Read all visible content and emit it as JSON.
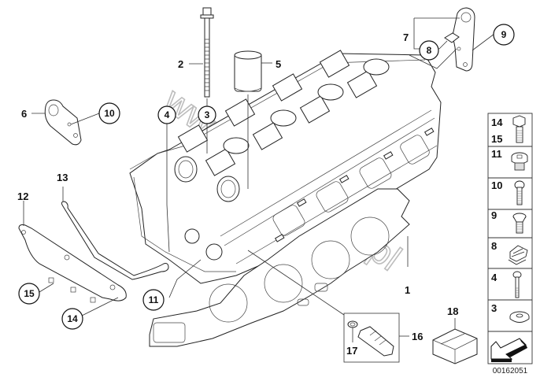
{
  "diagram": {
    "document_id": "00162051",
    "watermark": "www.bmwstore.pl",
    "callouts": [
      {
        "id": "1",
        "style": "plain"
      },
      {
        "id": "2",
        "style": "plain"
      },
      {
        "id": "3",
        "style": "circled"
      },
      {
        "id": "4",
        "style": "circled"
      },
      {
        "id": "5",
        "style": "plain"
      },
      {
        "id": "6",
        "style": "plain"
      },
      {
        "id": "7",
        "style": "plain"
      },
      {
        "id": "8",
        "style": "circled"
      },
      {
        "id": "9",
        "style": "circled"
      },
      {
        "id": "10",
        "style": "circled"
      },
      {
        "id": "11",
        "style": "circled"
      },
      {
        "id": "12",
        "style": "plain"
      },
      {
        "id": "13",
        "style": "plain"
      },
      {
        "id": "14",
        "style": "circled"
      },
      {
        "id": "15",
        "style": "circled"
      },
      {
        "id": "16",
        "style": "plain"
      },
      {
        "id": "17",
        "style": "plain"
      },
      {
        "id": "18",
        "style": "plain"
      }
    ],
    "labels": {
      "c1": "1",
      "c2": "2",
      "c3": "3",
      "c4": "4",
      "c5": "5",
      "c6": "6",
      "c7": "7",
      "c8": "8",
      "c9": "9",
      "c10a": "10",
      "c11": "11",
      "c12": "12",
      "c13": "13",
      "c14": "14",
      "c15": "15",
      "c16": "16",
      "c17": "17",
      "c18": "18"
    },
    "parts": {
      "cylinder_head": "cylinder-head",
      "head_gasket": "cylinder-head-gasket",
      "head_bolt": "head-bolt",
      "sleeve": "sleeve",
      "lifting_eye_front": "lifting-eye",
      "lifting_eye_rear": "lifting-eye-with-clip",
      "timing_cover_gasket": "gasket",
      "cover_plate": "cover-plate",
      "injector_assembly": "injector",
      "seal_ring": "seal-ring",
      "repair_kit": "kit-box"
    },
    "legend_panel": {
      "rows": [
        {
          "numbers": [
            "14",
            "15"
          ],
          "icon": "hex-bolt"
        },
        {
          "numbers": [
            "11"
          ],
          "icon": "screw-plug"
        },
        {
          "numbers": [
            "10"
          ],
          "icon": "torx-bolt"
        },
        {
          "numbers": [
            "9"
          ],
          "icon": "countersunk-screw"
        },
        {
          "numbers": [
            "8"
          ],
          "icon": "clip-nut"
        },
        {
          "numbers": [
            "4"
          ],
          "icon": "long-bolt"
        },
        {
          "numbers": [
            "3"
          ],
          "icon": "washer"
        },
        {
          "numbers": [],
          "icon": "arrow-indicator"
        }
      ]
    }
  }
}
